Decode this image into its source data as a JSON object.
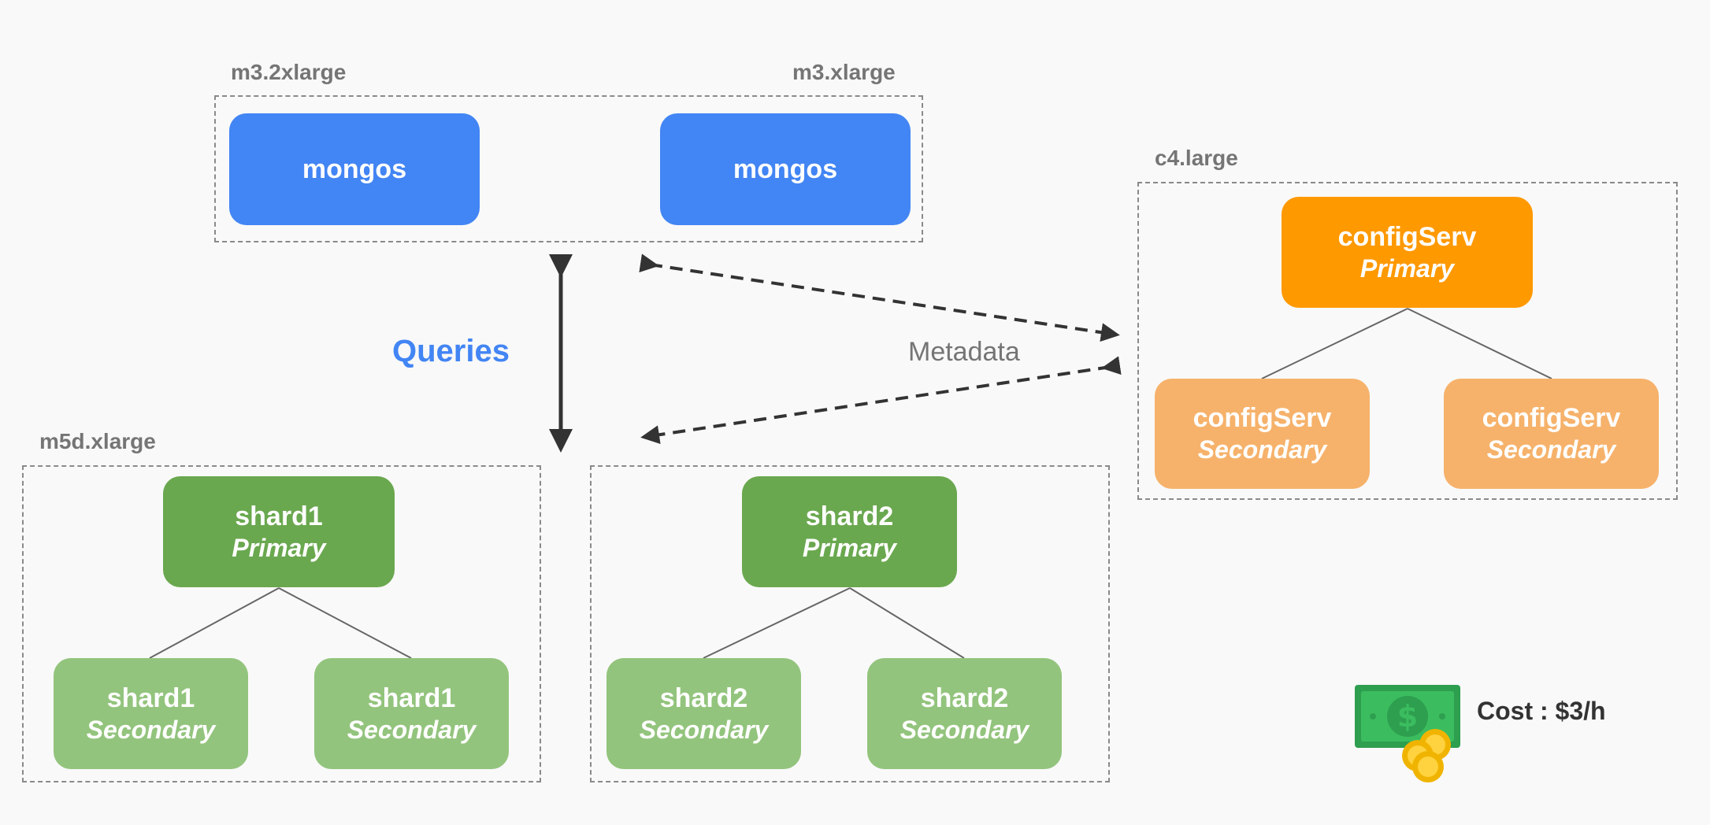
{
  "instance_labels": {
    "mongos_left": "m3.2xlarge",
    "mongos_right": "m3.xlarge",
    "config": "c4.large",
    "shards": "m5d.xlarge"
  },
  "mongos": [
    {
      "title": "mongos"
    },
    {
      "title": "mongos"
    }
  ],
  "config_servers": {
    "primary": {
      "title": "configServ",
      "role": "Primary"
    },
    "secondaries": [
      {
        "title": "configServ",
        "role": "Secondary"
      },
      {
        "title": "configServ",
        "role": "Secondary"
      }
    ]
  },
  "shards": [
    {
      "primary": {
        "title": "shard1",
        "role": "Primary"
      },
      "secondaries": [
        {
          "title": "shard1",
          "role": "Secondary"
        },
        {
          "title": "shard1",
          "role": "Secondary"
        }
      ]
    },
    {
      "primary": {
        "title": "shard2",
        "role": "Primary"
      },
      "secondaries": [
        {
          "title": "shard2",
          "role": "Secondary"
        },
        {
          "title": "shard2",
          "role": "Secondary"
        }
      ]
    }
  ],
  "edges": {
    "queries_label": "Queries",
    "metadata_label": "Metadata"
  },
  "cost": {
    "label": "Cost : $3/h",
    "icon": "money-icon"
  },
  "colors": {
    "mongos": "#4285f4",
    "config_primary": "#ff9900",
    "config_secondary": "#f6b26b",
    "shard_primary": "#6aa84f",
    "shard_secondary": "#93c47d",
    "queries": "#4285f4"
  }
}
